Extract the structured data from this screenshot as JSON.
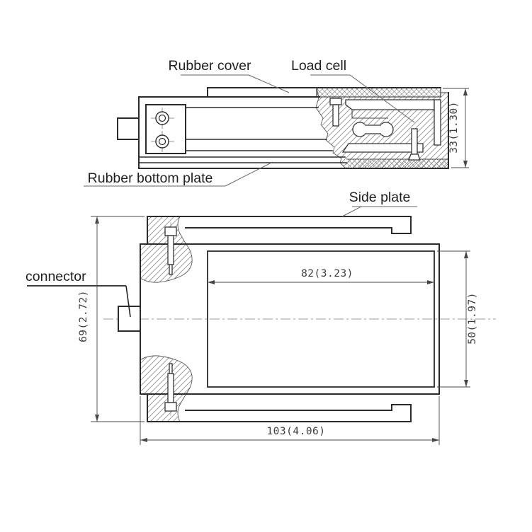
{
  "figure": {
    "title": "load platform technical drawing",
    "labels": {
      "rubber_cover": "Rubber cover",
      "load_cell": "Load cell",
      "rubber_bottom_plate": "Rubber bottom plate",
      "side_plate": "Side plate",
      "connector": "connector"
    },
    "dimensions": {
      "thickness": "33(1.30)",
      "inner_width": "82(3.23)",
      "inner_depth": "50(1.97)",
      "overall_depth": "69(2.72)",
      "overall_width": "103(4.06)"
    },
    "colors": {
      "line": "#2b2b2b",
      "dimension": "#474747",
      "hatch": "#8a8a8a",
      "background": "#ffffff"
    }
  }
}
